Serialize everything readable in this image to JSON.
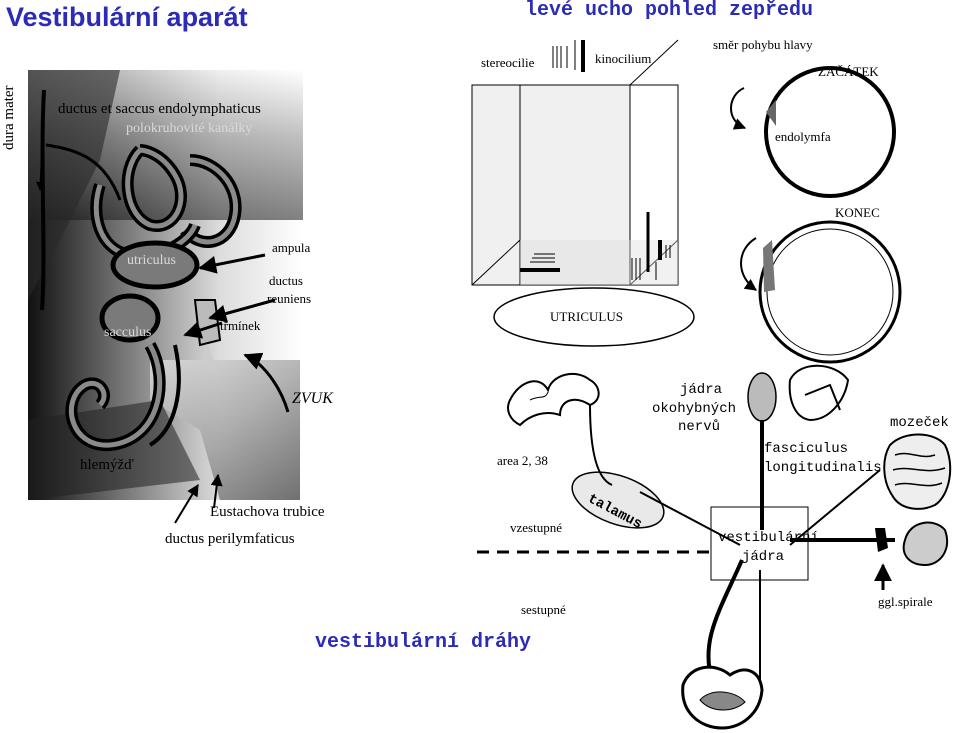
{
  "title": "Vestibulární aparát",
  "subtitle": "levé ucho pohled zepředu",
  "bottom_title": "vestibulární dráhy",
  "anatomy": {
    "dura_mater": "dura mater",
    "ductus_et_saccus": "ductus et saccus endolymphaticus",
    "polokruhovite": "polokruhovité kanálky",
    "utriculus": "utriculus",
    "sacculus": "sacculus",
    "ampula": "ampula",
    "ductus": "ductus",
    "reuniens": "reuniens",
    "trminek": "třmínek",
    "zvuk": "ZVUK",
    "hlemyzd": "hlemýžď",
    "eustachova": "Eustachova trubice",
    "perilymfaticus": "ductus perilymfaticus"
  },
  "receptor": {
    "stereocilie": "stereocilie",
    "kinocilium": "kinocilium",
    "smer": "směr pohybu hlavy",
    "zacatek": "ZAČÁTEK",
    "endolymfa": "endolymfa",
    "konec": "KONEC",
    "utriculus_caps": "UTRICULUS"
  },
  "pathways": {
    "jadra": "jádra",
    "okohybnych": "okohybných",
    "nervu": "nervů",
    "mozecek": "mozeček",
    "fasciculus": "fasciculus",
    "longitudinalis": "longitudinalis",
    "area": "area 2, 38",
    "talamus": "talamus",
    "vzestupne": "vzestupné",
    "vestibularni": "vestibulární",
    "jadra2": "jádra",
    "sestupne": "sestupné",
    "ggl": "ggl.spirale"
  },
  "colors": {
    "title": "#2b2bb8",
    "label_light": "#d9d9d9"
  }
}
